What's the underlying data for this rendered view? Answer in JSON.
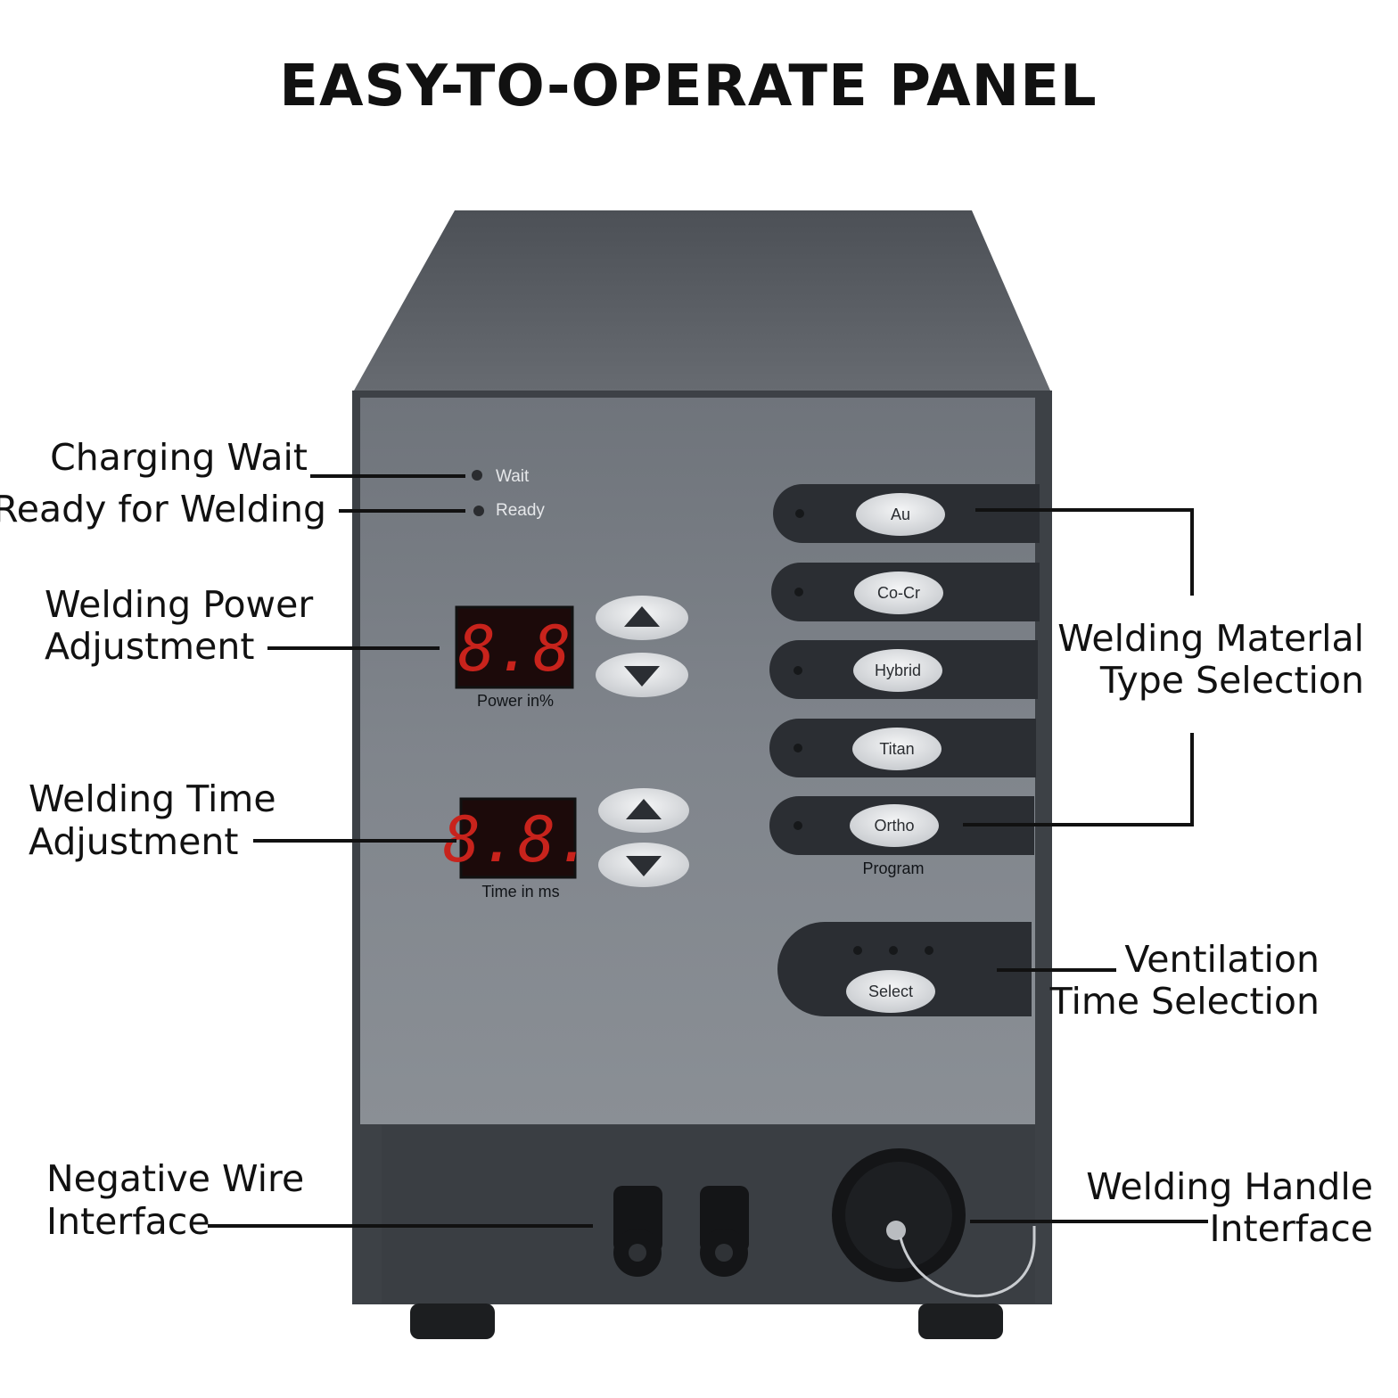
{
  "title": "EASY-TO-OPERATE PANEL",
  "callouts": {
    "charging_wait": "Charging Wait",
    "ready_for_welding": "Ready for Welding",
    "power_adjust": [
      "Welding Power",
      "Adjustment"
    ],
    "time_adjust": [
      "Welding Time",
      "Adjustment"
    ],
    "material_select": [
      "Welding Materlal",
      "Type Selection"
    ],
    "ventilation_select": [
      "Ventilation",
      "Time Selection"
    ],
    "negative_wire": [
      "Negative Wire",
      "Interface"
    ],
    "handle_interface": [
      "Welding Handle",
      "Interface"
    ]
  },
  "panel": {
    "indicators": {
      "wait": "Wait",
      "ready": "Ready"
    },
    "power_display": {
      "value": "8.8",
      "label": "Power   in%"
    },
    "time_display": {
      "value": "8.8.",
      "label": "Time  in  ms"
    },
    "program_buttons": [
      "Au",
      "Co-Cr",
      "Hybrid",
      "Titan",
      "Ortho"
    ],
    "program_label": "Program",
    "select_button": "Select"
  },
  "colors": {
    "panel_face": "#7a7f86",
    "device_top": "#5b6066",
    "dark_strip": "#2b2e33",
    "button_face": "#e4e6e8",
    "led_display": "#c8231c"
  }
}
